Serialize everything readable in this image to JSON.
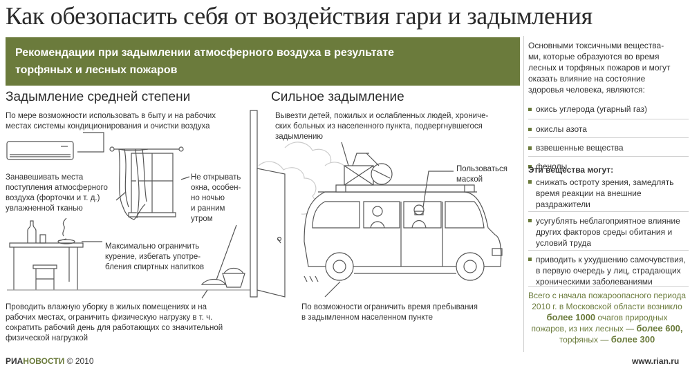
{
  "title": "Как обезопасить себя от воздействия гари и задымления",
  "banner": {
    "line1": "Рекомендации при задымлении атмосферного воздуха в результате",
    "line2": "торфяных и лесных пожаров"
  },
  "left_section": {
    "heading": "Задымление средней степени",
    "ac_text": [
      "По мере возможности использовать в быту и на рабочих",
      "местах системы кондиционирования и очистки воздуха"
    ],
    "curtain_text": [
      "Занавешивать места",
      "поступления атмосферного",
      "воздуха (форточки и т. д.)",
      "увлажненной тканью"
    ],
    "window_text": [
      "Не открывать",
      "окна, особен-",
      "но ночью",
      "и ранним",
      "утром"
    ],
    "smoking_text": [
      "Максимально ограничить",
      "курение, избегать употре-",
      "бления спиртных напитков"
    ],
    "cleaning_text": [
      "Проводить влажную уборку в жилых помещениях и на",
      "рабочих местах, ограничить физическую нагрузку в т. ч.",
      "сократить рабочий день для работающих со значительной",
      "физической нагрузкой"
    ]
  },
  "right_section": {
    "heading": "Сильное задымление",
    "evac_text": [
      "Вывезти детей, пожилых и ослабленных людей, хрониче-",
      "ских больных из населенного пункта, подвергнувшегося",
      "задымлению"
    ],
    "mask_text": [
      "Пользоваться",
      "маской"
    ],
    "limit_text": [
      "По возможности  ограничить время пребывания",
      "в задымленном населенном пункте"
    ]
  },
  "sidebar": {
    "intro": [
      "Основными токсичными вещества-",
      "ми, которые образуются во время",
      "лесных и торфяных пожаров и могут",
      "оказать влияние на состояние",
      "здоровья человека, являются:"
    ],
    "substances": [
      "окись углерода (угарный газ)",
      "окислы азота",
      "взвешенные вещества",
      "фенолы"
    ],
    "effects_heading": "Эти вещества могут:",
    "effects": [
      [
        "снижать остроту зрения, замедлять",
        "время реакции на внешние",
        "раздражители"
      ],
      [
        "усугублять неблагоприятное влияние",
        "других факторов среды обитания и",
        "условий труда"
      ],
      [
        "приводить к ухудшению самочувствия,",
        "в первую очередь у лиц, страдающих",
        "хроническими заболеваниями"
      ]
    ],
    "stats": {
      "l1": "Всего с начала пожароопасного периода",
      "l2": "2010 г. в Московской области возникло",
      "l3_bold": "более 1000",
      "l3_rest": " очагов природных",
      "l4_rest": "пожаров, из них лесных — ",
      "l4_bold": "более 600,",
      "l5_rest": "торфяных — ",
      "l5_bold": "более 300"
    }
  },
  "footer": {
    "logo_ria": "РИА",
    "logo_novosti": "НОВОСТИ",
    "copyright": " © 2010",
    "site": "www.rian.ru"
  },
  "colors": {
    "accent": "#6b7b3c",
    "text": "#333333",
    "line": "#555555"
  }
}
